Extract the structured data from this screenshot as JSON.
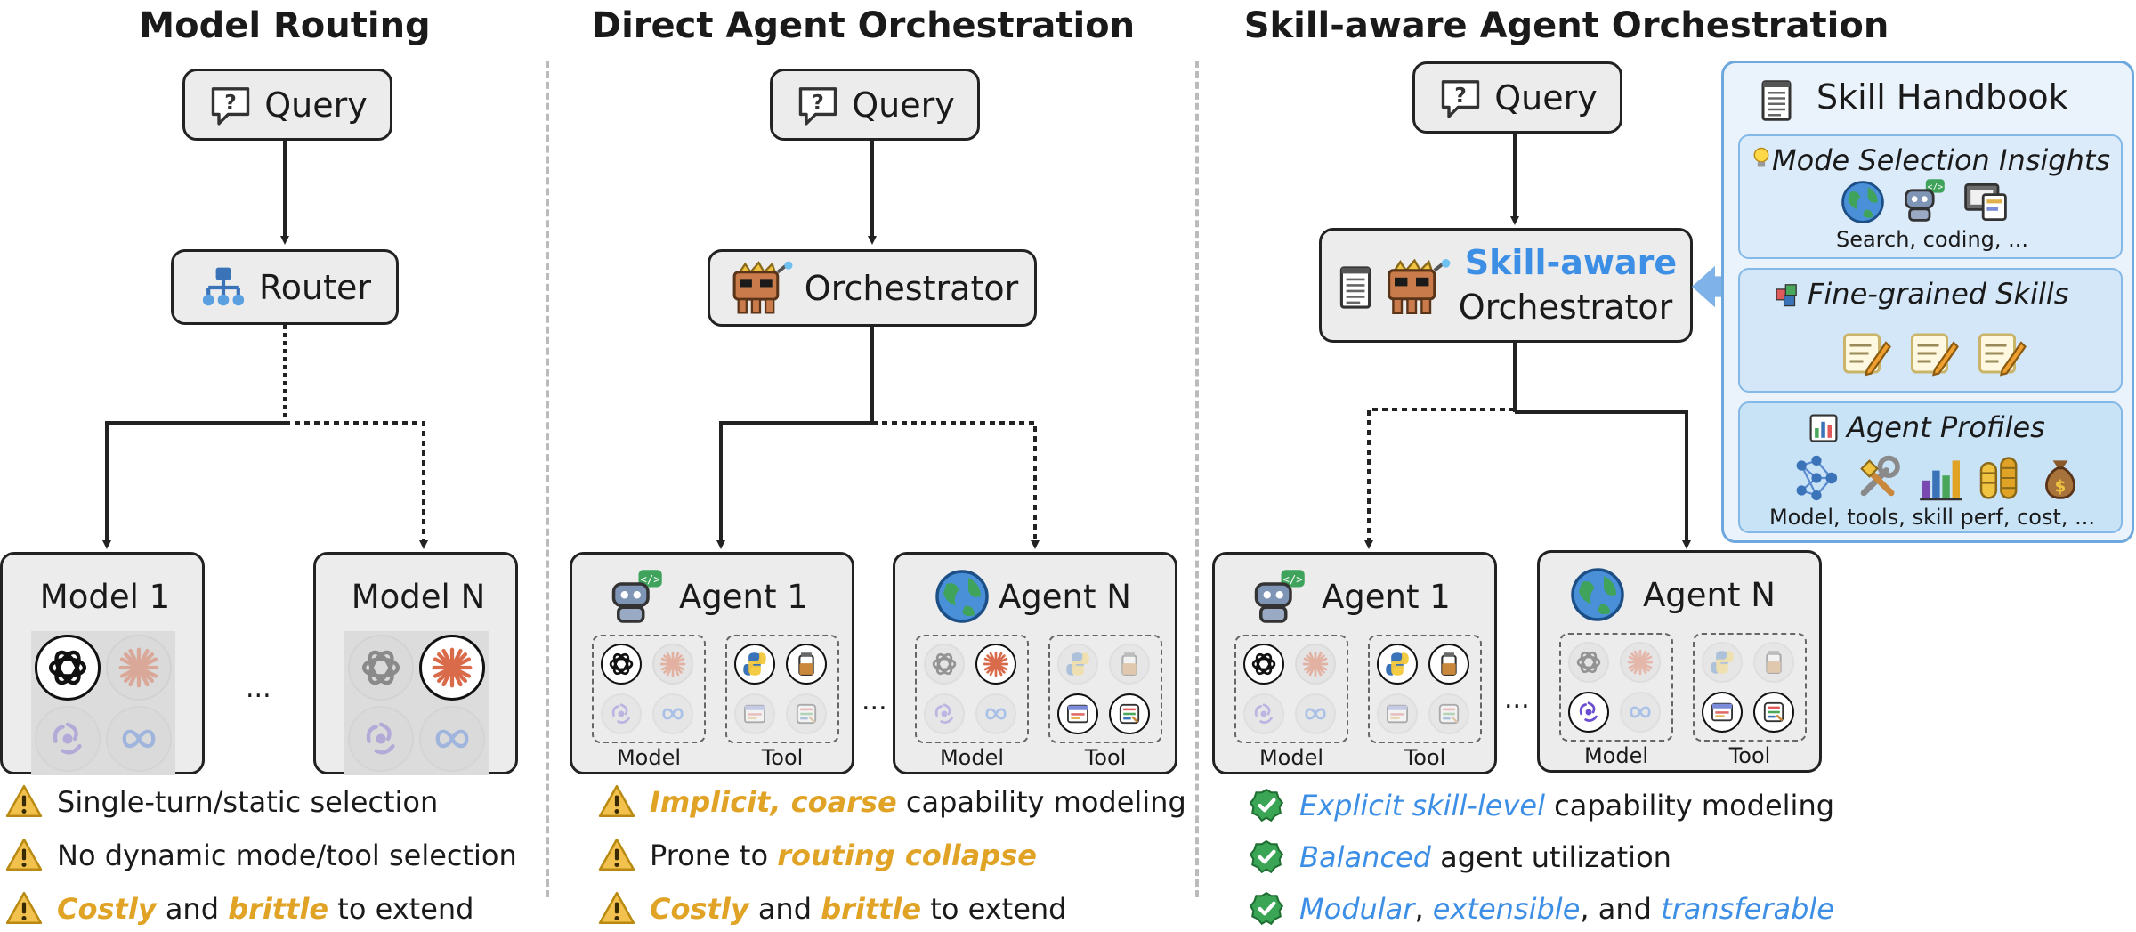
{
  "titles": {
    "routing": "Model Routing",
    "direct": "Direct Agent Orchestration",
    "skill": "Skill-aware Agent Orchestration"
  },
  "labels": {
    "query": "Query",
    "router": "Router",
    "orchestrator": "Orchestrator",
    "skill_aware": "Skill-aware",
    "model_1": "Model 1",
    "model_n": "Model N",
    "agent_1": "Agent 1",
    "agent_n": "Agent N",
    "model": "Model",
    "tool": "Tool",
    "ellipsis": "..."
  },
  "handbook": {
    "title": "Skill Handbook",
    "mode_title": "Mode Selection Insights",
    "mode_caption": "Search, coding, ...",
    "skills_title": "Fine-grained Skills",
    "profiles_title": "Agent Profiles",
    "profiles_caption": "Model, tools, skill perf, cost, ..."
  },
  "bullets": {
    "routing": [
      "Single-turn/static selection",
      "No dynamic mode/tool selection"
    ],
    "routing_3": {
      "a": "Costly",
      "b": " and ",
      "c": "brittle",
      "d": " to extend"
    },
    "direct_1": {
      "a": "Implicit, coarse",
      "b": " capability modeling"
    },
    "direct_2": {
      "a": "Prone to ",
      "b": "routing collapse"
    },
    "direct_3": {
      "a": "Costly",
      "b": " and ",
      "c": "brittle",
      "d": " to extend"
    },
    "skill_1": {
      "a": "Explicit skill-level",
      "b": " capability modeling"
    },
    "skill_2": {
      "a": "Balanced",
      "b": " agent utilization"
    },
    "skill_3": {
      "a": "Modular",
      "b": ", ",
      "c": "extensible",
      "d": ", and ",
      "e": "transferable"
    }
  },
  "colors": {
    "warning": "#e0a325",
    "positive_blue": "#3d8fe6",
    "check_green": "#3aa655",
    "box_fill": "#ececec",
    "handbook_border": "#6ea8dd"
  },
  "icons": [
    "query-bubble-icon",
    "router-network-icon",
    "orchestrator-robot-icon",
    "warning-icon",
    "check-icon",
    "handbook-document-icon"
  ]
}
